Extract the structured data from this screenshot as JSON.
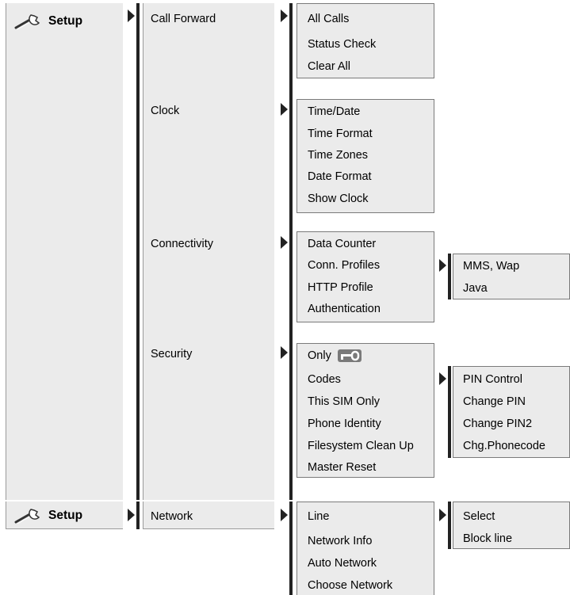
{
  "setup": {
    "label": "Setup"
  },
  "col1": {
    "call_forward": "Call Forward",
    "clock": "Clock",
    "connectivity": "Connectivity",
    "security": "Security",
    "network": "Network"
  },
  "call_forward_menu": [
    "All Calls",
    "Status Check",
    "Clear All"
  ],
  "clock_menu": [
    "Time/Date",
    "Time Format",
    "Time Zones",
    "Date Format",
    "Show Clock"
  ],
  "connectivity_menu": [
    "Data Counter",
    "Conn. Profiles",
    "HTTP Profile",
    "Authentication"
  ],
  "conn_profiles_menu": [
    "MMS, Wap",
    "Java"
  ],
  "security_menu": [
    "Only",
    "Codes",
    "This SIM Only",
    "Phone Identity",
    "Filesystem Clean Up",
    "Master Reset"
  ],
  "codes_menu": [
    "PIN Control",
    "Change PIN",
    "Change PIN2",
    "Chg.Phonecode"
  ],
  "network_menu": [
    "Line",
    "Network Info",
    "Auto Network",
    "Choose Network"
  ],
  "line_menu": [
    "Select",
    "Block line"
  ],
  "icons": {
    "setup": "wrench-icon",
    "only": "key-icon",
    "arrow": "triangle-right-icon"
  }
}
